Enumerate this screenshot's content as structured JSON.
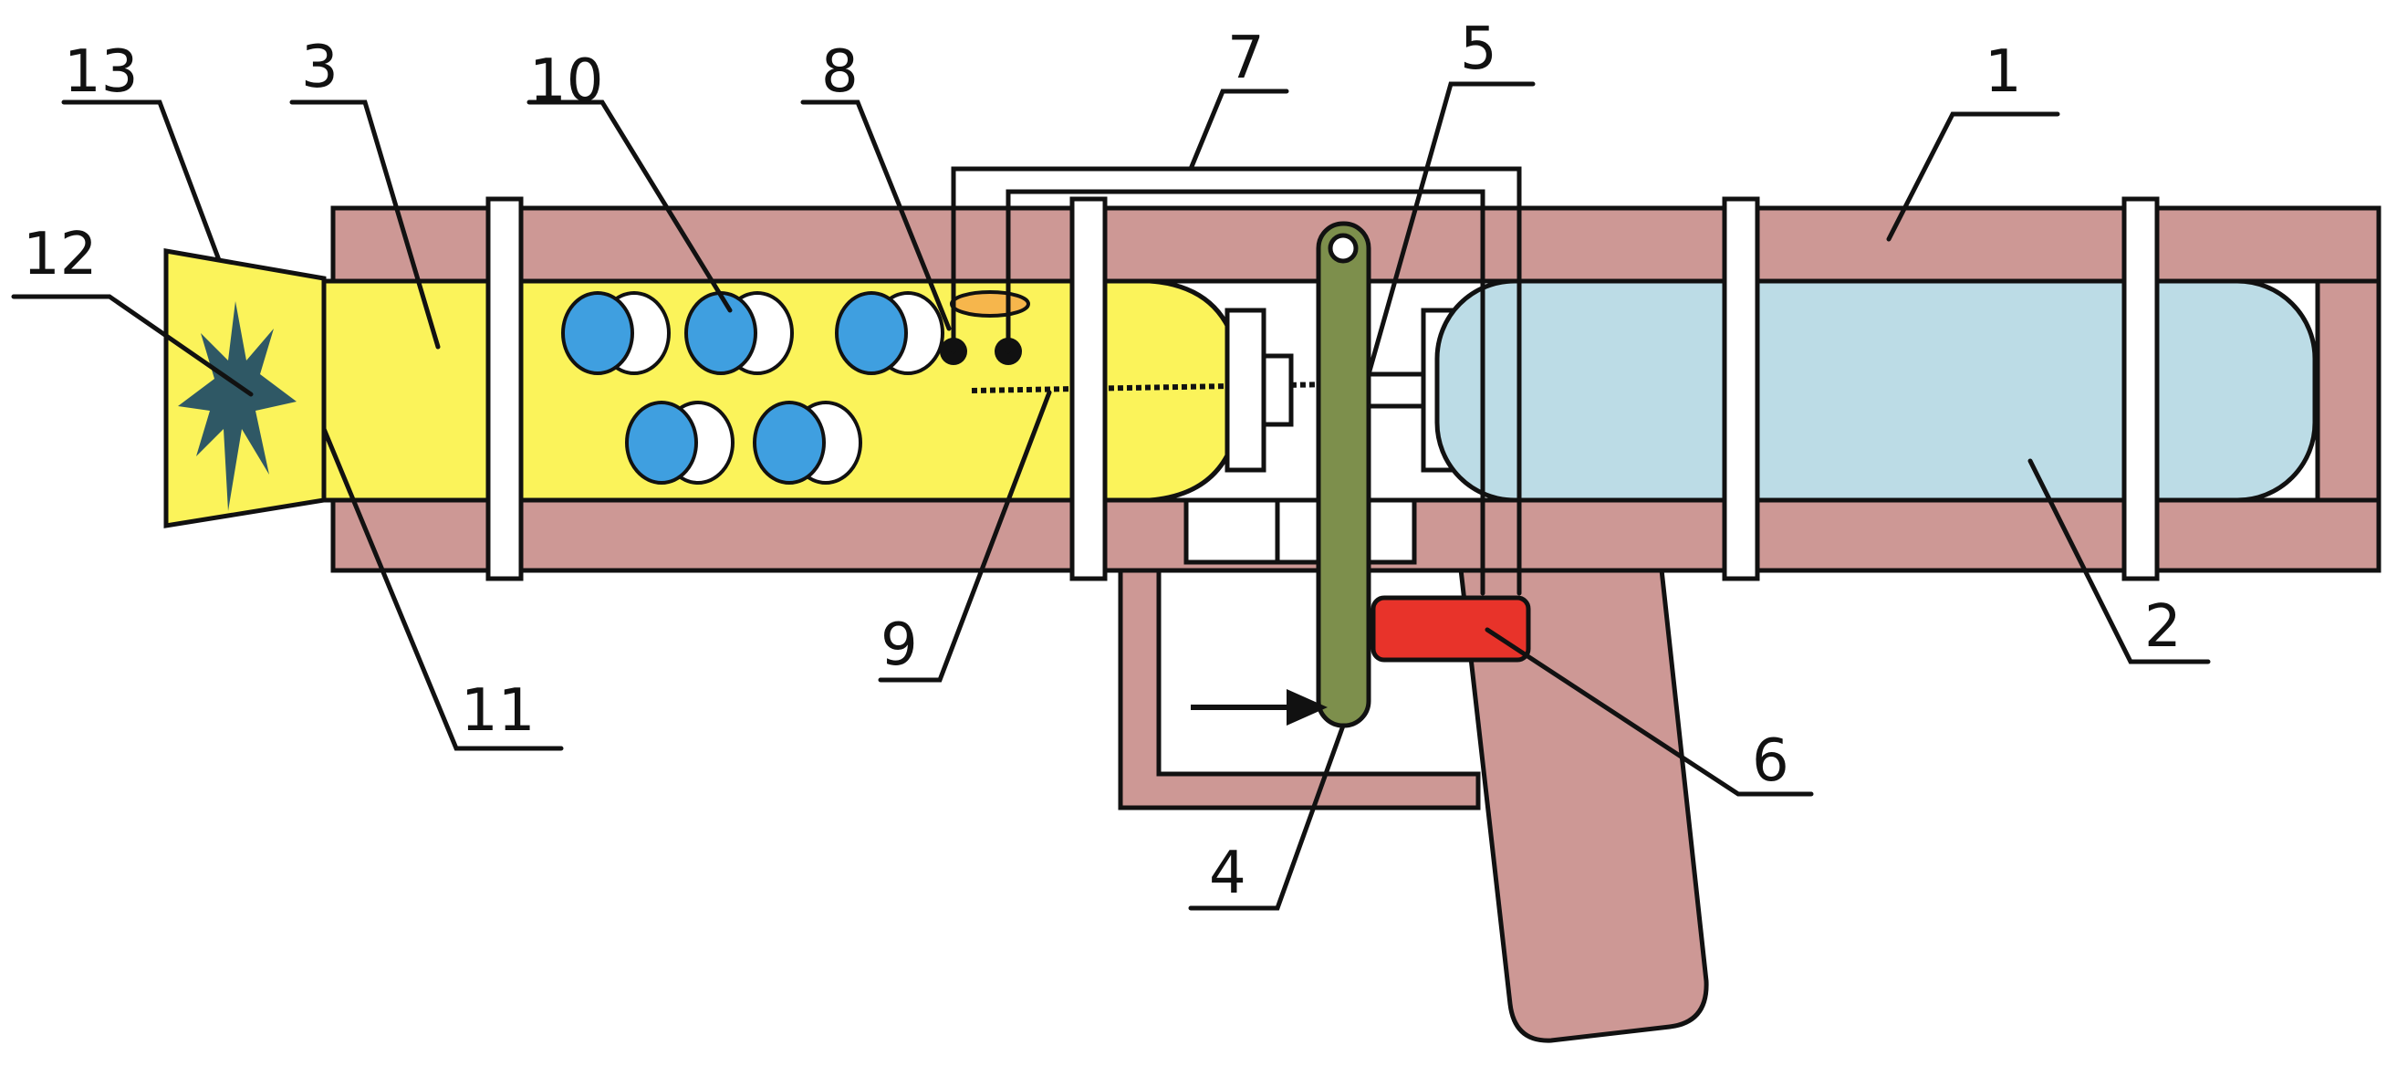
{
  "diagram": {
    "callouts": [
      {
        "id": "13",
        "text": "13"
      },
      {
        "id": "12",
        "text": "12"
      },
      {
        "id": "3",
        "text": "3"
      },
      {
        "id": "10",
        "text": "10"
      },
      {
        "id": "8",
        "text": "8"
      },
      {
        "id": "7",
        "text": "7"
      },
      {
        "id": "5",
        "text": "5"
      },
      {
        "id": "1",
        "text": "1"
      },
      {
        "id": "11",
        "text": "11"
      },
      {
        "id": "9",
        "text": "9"
      },
      {
        "id": "4",
        "text": "4"
      },
      {
        "id": "6",
        "text": "6"
      },
      {
        "id": "2",
        "text": "2"
      }
    ],
    "colors": {
      "housing": "#cd9895",
      "yellow": "#fbf35a",
      "blue_tank": "#bcdce6",
      "green_lever": "#7d8f4c",
      "red_button": "#e8332a",
      "orange_ring": "#f6b64c",
      "ball_blue": "#3f9fe0",
      "star": "#2f5865",
      "outline": "#111111",
      "band": "#ffffff"
    }
  }
}
